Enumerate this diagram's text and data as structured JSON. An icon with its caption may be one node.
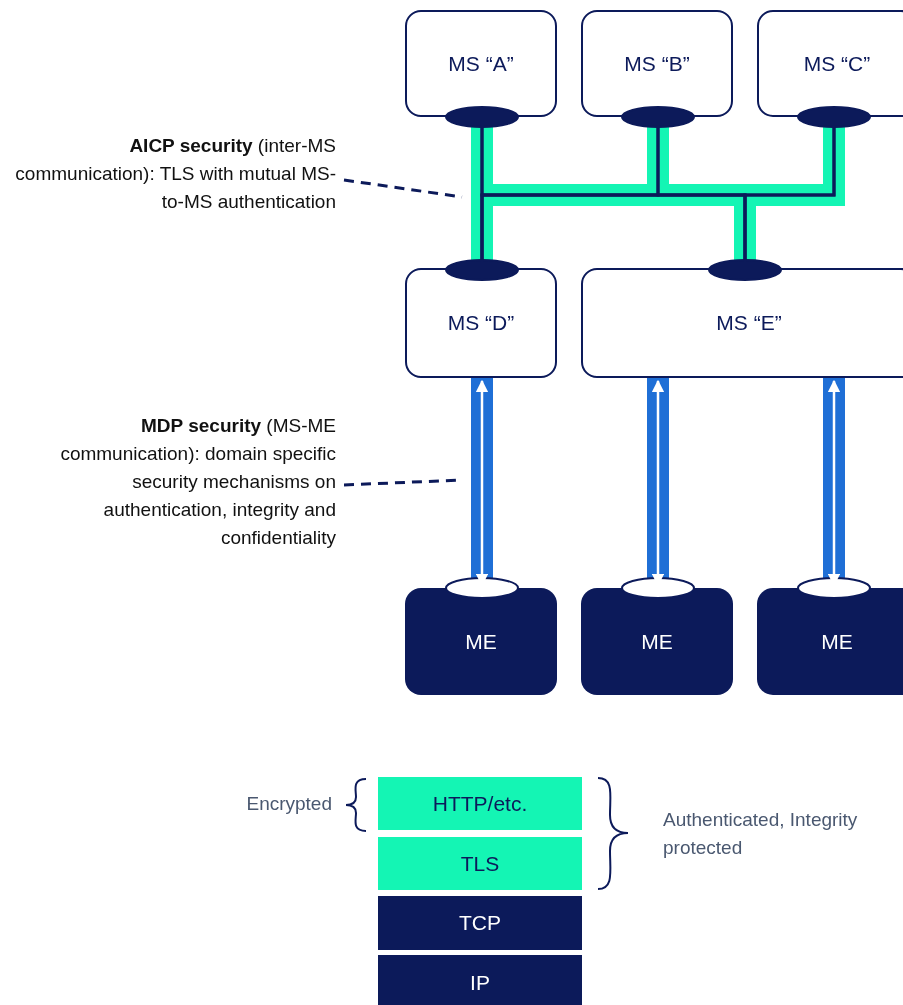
{
  "diagram": {
    "nodes": [
      {
        "text": [
          "MS “A”"
        ]
      },
      {
        "text": [
          "MS “B”"
        ]
      },
      {
        "text": [
          "MS “C”"
        ]
      },
      {
        "text": [
          "MS “D”"
        ]
      },
      {
        "text": [
          "MS “E”"
        ]
      },
      {
        "text": [
          "ME"
        ]
      },
      {
        "text": [
          "ME"
        ]
      },
      {
        "text": [
          "ME"
        ]
      },
      {
        "text": [
          "**AICP security** (inter-MS communication): TLS with mutual MS-to-MS authentication"
        ]
      },
      {
        "text": [
          "**MDP security** (MS-ME communication): domain specific security mechanisms on authentication, integrity and confidentiality"
        ]
      },
      {
        "text": [
          "HTTP/etc."
        ]
      },
      {
        "text": [
          "TLS"
        ]
      },
      {
        "text": [
          "TCP"
        ]
      },
      {
        "text": [
          "IP"
        ]
      }
    ],
    "edges": [
      {
        "from": 0,
        "to": 3,
        "arrow": "none"
      },
      {
        "from": 0,
        "to": 4,
        "arrow": "none"
      },
      {
        "from": 1,
        "to": 3,
        "arrow": "none"
      },
      {
        "from": 1,
        "to": 4,
        "arrow": "none"
      },
      {
        "from": 2,
        "to": 3,
        "arrow": "none"
      },
      {
        "from": 2,
        "to": 4,
        "arrow": "none"
      },
      {
        "from": 3,
        "to": 5,
        "arrow": "both",
        "color": "#ffffff"
      },
      {
        "from": 4,
        "to": 6,
        "arrow": "both",
        "color": "#ffffff"
      },
      {
        "from": 4,
        "to": 7,
        "arrow": "both",
        "color": "#ffffff"
      },
      {
        "from": 8,
        "to": null,
        "arrow": "none",
        "style": "dashed"
      },
      {
        "from": 9,
        "to": null,
        "arrow": "none",
        "style": "dashed"
      }
    ],
    "labels": [
      "Encrypted",
      "Authenticated, Integrity protected"
    ]
  }
}
